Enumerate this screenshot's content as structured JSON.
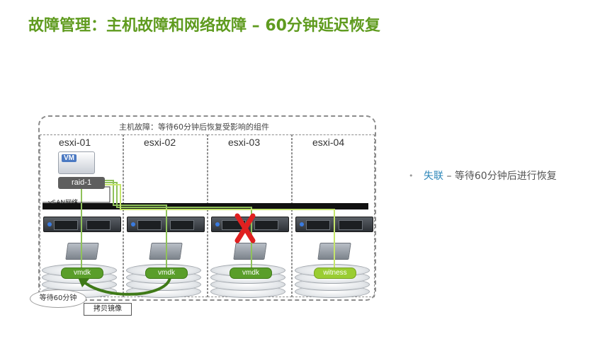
{
  "title": "故障管理：主机故障和网络故障 – 60分钟延迟恢复",
  "cluster": {
    "caption": "主机故障：等待60分钟后恢复受影响的组件",
    "hosts": [
      "esxi-01",
      "esxi-02",
      "esxi-03",
      "esxi-04"
    ]
  },
  "vm": {
    "label": "VM"
  },
  "raid": {
    "label": "raid-1"
  },
  "network": {
    "label": "vSAN网络"
  },
  "components": [
    "vmdk",
    "vmdk",
    "vmdk",
    "witness"
  ],
  "failed_host": "esxi-03",
  "callouts": {
    "wait": "等待60分钟",
    "mirror": "拷贝镜像"
  },
  "bullet": {
    "keyword": "失联",
    "rest": " – 等待60分钟后进行恢复"
  },
  "colors": {
    "title": "#5f9b1f",
    "accent": "#2b86b8",
    "failure": "#e02020",
    "component": "#5a9e2a",
    "witness": "#9acd32"
  }
}
